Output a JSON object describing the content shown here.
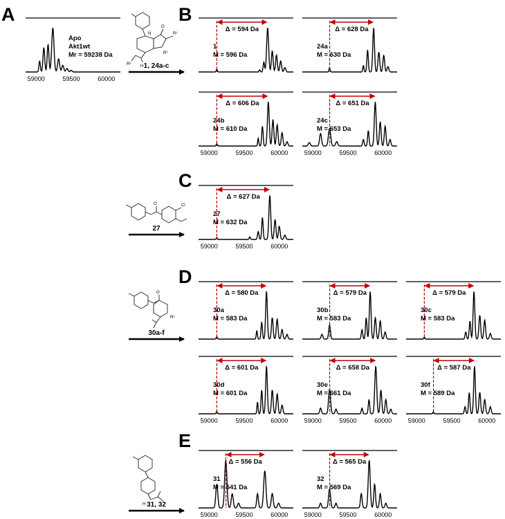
{
  "panels": {
    "A": "A",
    "B": "B",
    "C": "C",
    "D": "D",
    "E": "E"
  },
  "compounds": {
    "B": "1, 24a-c",
    "C": "27",
    "D": "30a-f",
    "E": "31, 32"
  },
  "colors": {
    "line": "#000000",
    "delta": "#c00000",
    "axis": "#000000"
  },
  "chart_data": [
    {
      "id": "A",
      "type": "line",
      "ann": [
        "Apo",
        "Akt1wt",
        "Mr = 59238 Da"
      ],
      "xticks": [
        59000,
        59500,
        60000
      ],
      "xlim": [
        58850,
        60200
      ],
      "delta": null,
      "peaks": [
        [
          59050,
          0.25,
          10
        ],
        [
          59110,
          0.55,
          12
        ],
        [
          59170,
          0.62,
          12
        ],
        [
          59238,
          1.0,
          16
        ],
        [
          59320,
          0.3,
          14
        ],
        [
          59380,
          0.15,
          14
        ],
        [
          59440,
          0.08,
          14
        ],
        [
          59500,
          0.04,
          12
        ]
      ]
    },
    {
      "id": "B1",
      "type": "line",
      "ann": [
        "1",
        "M = 596 Da"
      ],
      "delta": "Δ = 594 Da",
      "dx": [
        59110,
        59830
      ],
      "xticks": [],
      "xlim": [
        58850,
        60200
      ],
      "peaks": [
        [
          59110,
          0.06,
          8
        ],
        [
          59720,
          0.05,
          8
        ],
        [
          59780,
          0.22,
          10
        ],
        [
          59834,
          1.0,
          14
        ],
        [
          59900,
          0.48,
          12
        ],
        [
          59960,
          0.38,
          12
        ],
        [
          60020,
          0.25,
          12
        ],
        [
          60080,
          0.1,
          12
        ]
      ]
    },
    {
      "id": "B2",
      "type": "line",
      "ann": [
        "24a",
        "M = 630 Da"
      ],
      "delta": "Δ = 628 Da",
      "dx": [
        59240,
        59866
      ],
      "xticks": [],
      "xlim": [
        58850,
        60200
      ],
      "peaks": [
        [
          59238,
          0.1,
          8
        ],
        [
          59720,
          0.15,
          8
        ],
        [
          59780,
          0.5,
          10
        ],
        [
          59866,
          1.0,
          12
        ],
        [
          59940,
          0.45,
          12
        ],
        [
          60010,
          0.38,
          12
        ],
        [
          60070,
          0.12,
          12
        ]
      ]
    },
    {
      "id": "B3",
      "type": "line",
      "ann": [
        "24b",
        "M = 610 Da"
      ],
      "delta": "Δ = 606 Da",
      "dx": [
        59110,
        59840
      ],
      "xticks": [
        59000,
        59500,
        60000
      ],
      "xlim": [
        58850,
        60200
      ],
      "peaks": [
        [
          59110,
          0.05,
          8
        ],
        [
          59700,
          0.18,
          8
        ],
        [
          59760,
          0.45,
          10
        ],
        [
          59844,
          1.0,
          13
        ],
        [
          59910,
          0.6,
          12
        ],
        [
          59970,
          0.48,
          12
        ],
        [
          60040,
          0.3,
          12
        ],
        [
          60110,
          0.1,
          12
        ]
      ]
    },
    {
      "id": "B4",
      "type": "line",
      "ann": [
        "24c",
        "M = 653 Da"
      ],
      "delta": "Δ = 651 Da",
      "dx": [
        59240,
        59890
      ],
      "xticks": [
        59000,
        59500,
        60000
      ],
      "xlim": [
        58850,
        60200
      ],
      "peaks": [
        [
          58950,
          0.08,
          14
        ],
        [
          59110,
          0.28,
          14
        ],
        [
          59238,
          0.4,
          16
        ],
        [
          59340,
          0.1,
          14
        ],
        [
          59720,
          0.15,
          10
        ],
        [
          59790,
          0.35,
          10
        ],
        [
          59889,
          1.0,
          13
        ],
        [
          59960,
          0.55,
          12
        ],
        [
          60030,
          0.45,
          12
        ],
        [
          60100,
          0.15,
          12
        ]
      ]
    },
    {
      "id": "C1",
      "type": "line",
      "ann": [
        "27",
        "M = 632 Da"
      ],
      "delta": "Δ = 627 Da",
      "dx": [
        59110,
        59865
      ],
      "xticks": [
        59000,
        59500,
        60000
      ],
      "xlim": [
        58850,
        60200
      ],
      "peaks": [
        [
          59110,
          0.04,
          8
        ],
        [
          59580,
          0.06,
          8
        ],
        [
          59700,
          0.18,
          10
        ],
        [
          59760,
          0.5,
          10
        ],
        [
          59865,
          1.0,
          13
        ],
        [
          59940,
          0.45,
          12
        ],
        [
          60000,
          0.3,
          12
        ],
        [
          60080,
          0.1,
          12
        ]
      ]
    },
    {
      "id": "D1",
      "type": "line",
      "ann": [
        "30a",
        "M = 583 Da"
      ],
      "delta": "Δ = 580 Da",
      "dx": [
        59110,
        59818
      ],
      "xticks": [],
      "xlim": [
        58850,
        60200
      ],
      "peaks": [
        [
          59110,
          0.05,
          8
        ],
        [
          59680,
          0.18,
          8
        ],
        [
          59750,
          0.35,
          10
        ],
        [
          59818,
          1.0,
          12
        ],
        [
          59900,
          0.45,
          12
        ],
        [
          59970,
          0.42,
          12
        ],
        [
          60040,
          0.2,
          12
        ],
        [
          60110,
          0.1,
          12
        ]
      ]
    },
    {
      "id": "D2",
      "type": "line",
      "ann": [
        "30b",
        "M = 583 Da"
      ],
      "delta": "Δ = 579 Da",
      "dx": [
        59240,
        59817
      ],
      "xticks": [],
      "xlim": [
        58850,
        60200
      ],
      "peaks": [
        [
          59130,
          0.1,
          12
        ],
        [
          59238,
          0.3,
          12
        ],
        [
          59700,
          0.2,
          10
        ],
        [
          59760,
          0.45,
          10
        ],
        [
          59817,
          1.0,
          12
        ],
        [
          59890,
          0.45,
          12
        ],
        [
          59960,
          0.38,
          12
        ],
        [
          60030,
          0.15,
          12
        ]
      ]
    },
    {
      "id": "D3",
      "type": "line",
      "ann": [
        "30c",
        "M = 583 Da"
      ],
      "delta": "Δ = 579 Da",
      "dx": [
        59110,
        59817
      ],
      "xticks": [],
      "xlim": [
        58850,
        60200
      ],
      "peaks": [
        [
          59110,
          0.04,
          8
        ],
        [
          59700,
          0.15,
          10
        ],
        [
          59760,
          0.38,
          10
        ],
        [
          59817,
          1.0,
          12
        ],
        [
          59900,
          0.5,
          12
        ],
        [
          59970,
          0.4,
          12
        ],
        [
          60050,
          0.12,
          12
        ]
      ]
    },
    {
      "id": "D4",
      "type": "line",
      "ann": [
        "30d",
        "M = 601 Da"
      ],
      "delta": "Δ = 601 Da",
      "dx": [
        59110,
        59818
      ],
      "xticks": [
        59000,
        59500,
        60000
      ],
      "xlim": [
        58850,
        60200
      ],
      "peaks": [
        [
          59110,
          0.05,
          8
        ],
        [
          59690,
          0.25,
          8
        ],
        [
          59750,
          0.5,
          10
        ],
        [
          59818,
          1.0,
          12
        ],
        [
          59900,
          0.5,
          12
        ],
        [
          59970,
          0.42,
          12
        ],
        [
          60040,
          0.18,
          12
        ]
      ]
    },
    {
      "id": "D5",
      "type": "line",
      "ann": [
        "30e",
        "M = 661 Da"
      ],
      "delta": "Δ = 658 Da",
      "dx": [
        59240,
        59896
      ],
      "xticks": [
        59000,
        59500,
        60000
      ],
      "xlim": [
        58850,
        60200
      ],
      "peaks": [
        [
          59110,
          0.12,
          12
        ],
        [
          59238,
          0.52,
          14
        ],
        [
          59330,
          0.1,
          12
        ],
        [
          59700,
          0.12,
          10
        ],
        [
          59800,
          0.3,
          10
        ],
        [
          59896,
          1.0,
          14
        ],
        [
          59970,
          0.5,
          12
        ],
        [
          60040,
          0.3,
          12
        ],
        [
          60110,
          0.1,
          12
        ]
      ]
    },
    {
      "id": "D6",
      "type": "line",
      "ann": [
        "30f",
        "M = 589 Da"
      ],
      "delta": "Δ = 587 Da",
      "dx": [
        59240,
        59825
      ],
      "xticks": [
        59000,
        59500,
        60000
      ],
      "xlim": [
        58850,
        60200
      ],
      "peaks": [
        [
          59238,
          0.04,
          8
        ],
        [
          59690,
          0.15,
          10
        ],
        [
          59750,
          0.45,
          10
        ],
        [
          59825,
          1.0,
          12
        ],
        [
          59900,
          0.45,
          12
        ],
        [
          59970,
          0.3,
          12
        ],
        [
          60050,
          0.15,
          12
        ]
      ]
    },
    {
      "id": "E1",
      "type": "line",
      "ann": [
        "31",
        "M = 541 Da"
      ],
      "delta": "Δ = 556 Da",
      "dx": [
        59240,
        59794
      ],
      "xticks": [
        59000,
        59500,
        60000
      ],
      "xlim": [
        58850,
        60200
      ],
      "peaks": [
        [
          59110,
          0.5,
          14
        ],
        [
          59238,
          1.0,
          16
        ],
        [
          59330,
          0.3,
          14
        ],
        [
          59420,
          0.1,
          14
        ],
        [
          59690,
          0.3,
          12
        ],
        [
          59794,
          0.78,
          16
        ],
        [
          59900,
          0.3,
          14
        ],
        [
          59990,
          0.1,
          14
        ]
      ]
    },
    {
      "id": "E2",
      "type": "line",
      "ann": [
        "32",
        "M = 569 Da"
      ],
      "delta": "Δ = 565 Da",
      "dx": [
        59240,
        59803
      ],
      "xticks": [
        59000,
        59500,
        60000
      ],
      "xlim": [
        58850,
        60200
      ],
      "peaks": [
        [
          59110,
          0.1,
          12
        ],
        [
          59238,
          0.4,
          14
        ],
        [
          59330,
          0.1,
          12
        ],
        [
          59690,
          0.3,
          12
        ],
        [
          59803,
          1.0,
          14
        ],
        [
          59880,
          0.5,
          12
        ],
        [
          59960,
          0.3,
          12
        ],
        [
          60040,
          0.1,
          12
        ]
      ]
    }
  ]
}
